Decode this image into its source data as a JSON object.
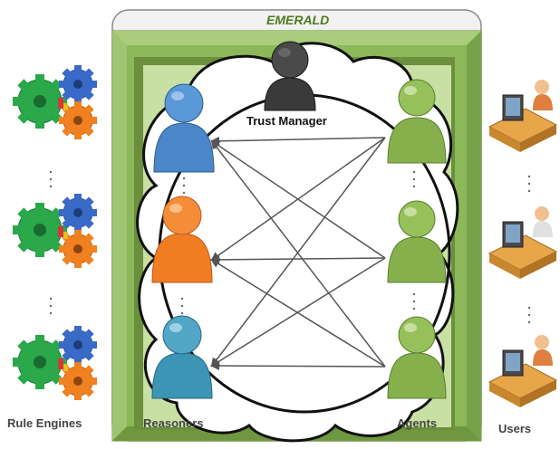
{
  "title": "EMERALD",
  "labels": {
    "trust_manager": "Trust Manager",
    "rule_engines": "Rule Engines",
    "reasoners": "Reasoners",
    "agents": "Agents",
    "users": "Users"
  },
  "nodes": {
    "rule_engines": [
      "rule-engine-1",
      "rule-engine-2",
      "rule-engine-3"
    ],
    "reasoners": [
      "reasoner-blue",
      "reasoner-orange",
      "reasoner-teal"
    ],
    "agents": [
      "agent-1",
      "agent-2",
      "agent-3"
    ],
    "users": [
      "user-1",
      "user-2",
      "user-3"
    ]
  },
  "colors": {
    "frame_green": "#8cb85a",
    "frame_light": "#c8e0a4",
    "reasoner_blue": "#4a86c8",
    "reasoner_orange": "#f07d22",
    "reasoner_teal": "#3d95b5",
    "agent_green": "#86b04c",
    "trust_manager": "#3a3a3a",
    "gear_green": "#2aa84a",
    "gear_blue": "#3a6ac8",
    "gear_orange": "#f08020"
  },
  "icons": [
    "gear-icon",
    "person-icon",
    "workstation-icon"
  ]
}
